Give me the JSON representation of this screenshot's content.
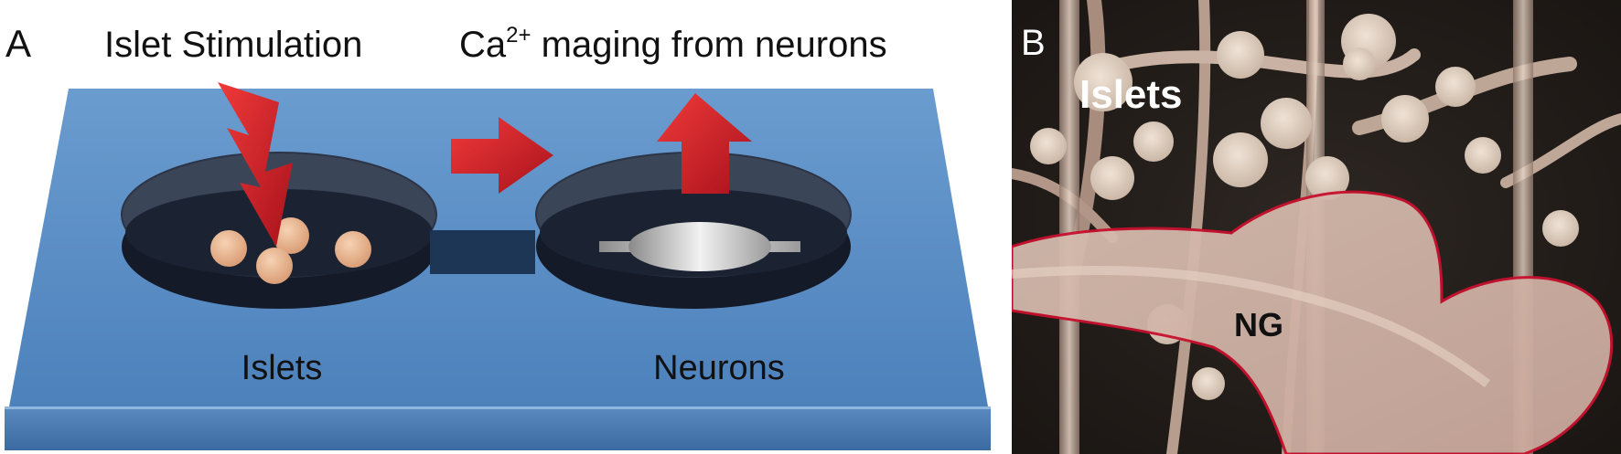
{
  "panel_a": {
    "letter": "A",
    "stim_label": "Islet Stimulation",
    "imaging_prefix": "Ca",
    "imaging_superscript": "2+",
    "imaging_suffix": " maging from neurons",
    "left_dish_label": "Islets",
    "right_dish_label": "Neurons"
  },
  "panel_b": {
    "letter": "B",
    "islets_label": "Islets",
    "ng_label": "NG"
  },
  "colors": {
    "platform_top": "#5b8fc7",
    "platform_front": "#3f6fa6",
    "dish_dark": "#1b2333",
    "dish_rim": "#4a5466",
    "arrow_red": "#d8202a",
    "islet": "#e8b48e",
    "photo_bg": "#1f1a17",
    "tissue": "#d8bdb0",
    "tissue_edge": "#c8102e"
  }
}
